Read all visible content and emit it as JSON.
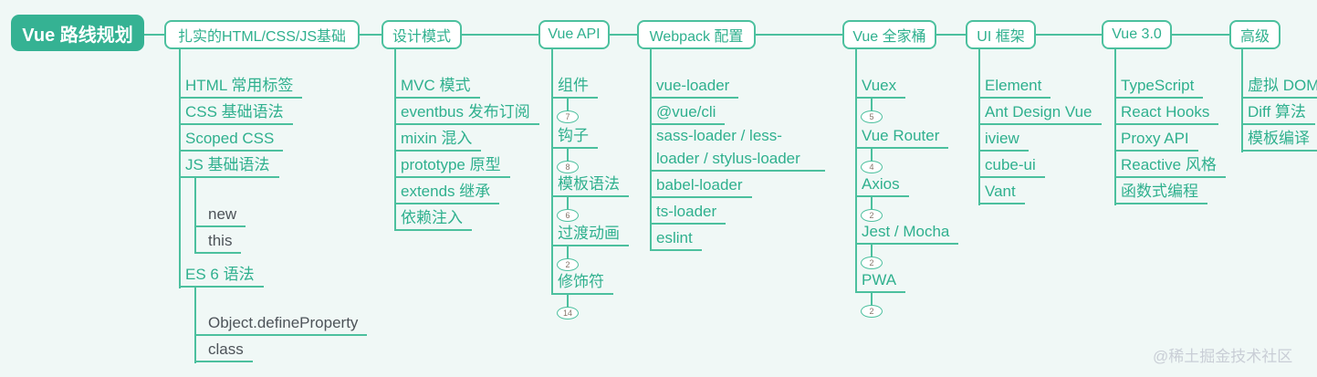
{
  "colors": {
    "green": "#2fb08e",
    "line": "#4cc09e",
    "root-bg": "#35b293",
    "dark-text": "#4d5359",
    "page-bg": "#f0f8f6",
    "watermark": "#c9ced6",
    "badge-text": "#86756a"
  },
  "root": {
    "label": "Vue 路线规划"
  },
  "watermark": {
    "text": "@稀土掘金技术社区"
  },
  "branches": [
    {
      "label": "扎实的HTML/CSS/JS基础",
      "children": [
        {
          "label": "HTML 常用标签"
        },
        {
          "label": "CSS 基础语法"
        },
        {
          "label": "Scoped CSS"
        },
        {
          "label": "JS 基础语法",
          "children": [
            {
              "label": "new"
            },
            {
              "label": "this"
            }
          ]
        },
        {
          "label": "ES 6 语法",
          "children": [
            {
              "label": "Object.defineProperty"
            },
            {
              "label": "class"
            }
          ]
        }
      ]
    },
    {
      "label": "设计模式",
      "children": [
        {
          "label": "MVC 模式"
        },
        {
          "label": "eventbus 发布订阅"
        },
        {
          "label": "mixin 混入"
        },
        {
          "label": "prototype 原型"
        },
        {
          "label": "extends 继承"
        },
        {
          "label": "依赖注入"
        }
      ]
    },
    {
      "label": "Vue API",
      "children": [
        {
          "label": "组件",
          "count": "7"
        },
        {
          "label": "钩子",
          "count": "8"
        },
        {
          "label": "模板语法",
          "count": "6"
        },
        {
          "label": "过渡动画",
          "count": "2"
        },
        {
          "label": "修饰符",
          "count": "14"
        }
      ]
    },
    {
      "label": "Webpack 配置",
      "children": [
        {
          "label": "vue-loader"
        },
        {
          "label": "@vue/cli"
        },
        {
          "label": "sass-loader / less-loader / stylus-loader"
        },
        {
          "label": "babel-loader"
        },
        {
          "label": "ts-loader"
        },
        {
          "label": "eslint"
        }
      ]
    },
    {
      "label": "Vue 全家桶",
      "children": [
        {
          "label": "Vuex",
          "count": "5"
        },
        {
          "label": "Vue Router",
          "count": "4"
        },
        {
          "label": "Axios",
          "count": "2"
        },
        {
          "label": "Jest / Mocha",
          "count": "2"
        },
        {
          "label": "PWA",
          "count": "2"
        }
      ]
    },
    {
      "label": "UI 框架",
      "children": [
        {
          "label": "Element"
        },
        {
          "label": "Ant Design Vue"
        },
        {
          "label": "iview"
        },
        {
          "label": "cube-ui"
        },
        {
          "label": "Vant"
        }
      ]
    },
    {
      "label": "Vue 3.0",
      "children": [
        {
          "label": "TypeScript"
        },
        {
          "label": "React Hooks"
        },
        {
          "label": "Proxy API"
        },
        {
          "label": "Reactive 风格"
        },
        {
          "label": "函数式编程"
        }
      ]
    },
    {
      "label": "高级",
      "children": [
        {
          "label": "虚拟 DOM"
        },
        {
          "label": "Diff 算法"
        },
        {
          "label": "模板编译"
        }
      ]
    }
  ]
}
